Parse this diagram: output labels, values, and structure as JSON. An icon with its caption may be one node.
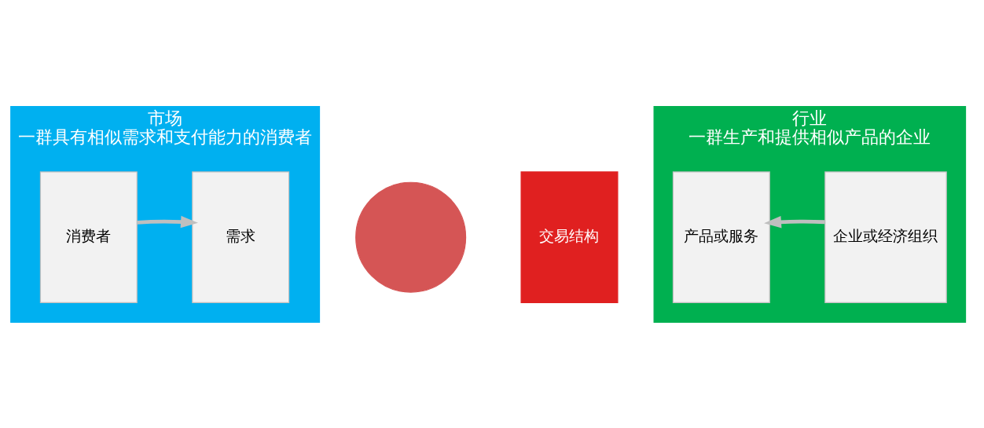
{
  "diagram": {
    "nodes": [
      {
        "text": [
          "市场",
          "一群具有相似需求和支付能力的消费者"
        ]
      },
      {
        "text": [
          "消费者"
        ],
        "in": 0
      },
      {
        "text": [
          "需求"
        ],
        "in": 0
      },
      {
        "text": [],
        "shape": "circle"
      },
      {
        "text": [
          "交易结构"
        ]
      },
      {
        "text": [
          "行业",
          "一群生产和提供相似产品的企业"
        ]
      },
      {
        "text": [
          "产品或服务"
        ],
        "in": 5
      },
      {
        "text": [
          "企业或经济组织"
        ],
        "in": 5
      }
    ],
    "edges": [
      {
        "from": 1,
        "to": 2,
        "arrow": "to"
      },
      {
        "from": 7,
        "to": 6,
        "arrow": "to"
      }
    ]
  }
}
